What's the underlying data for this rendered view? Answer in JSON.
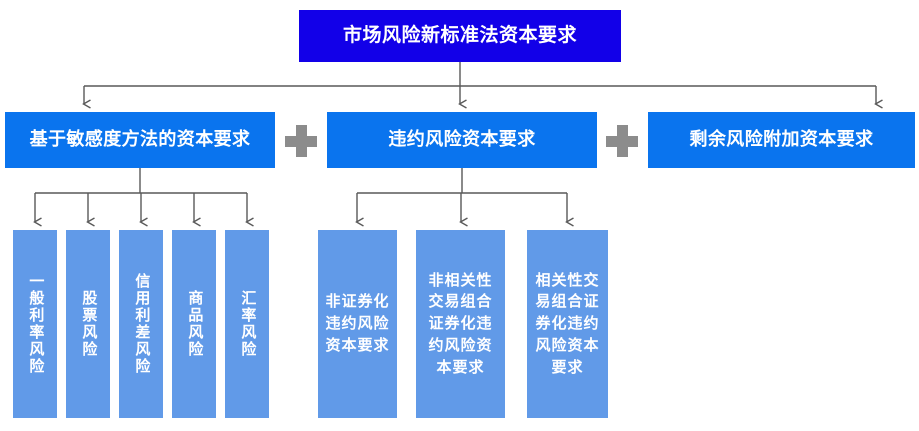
{
  "diagram": {
    "type": "org-tree",
    "title": "市场风险新标准法资本要求",
    "colors": {
      "root_fill": "#1200e8",
      "level2_fill": "#0a74ee",
      "level3_fill": "#619ae8",
      "connector": "#595959",
      "plus": "#8c8c8c",
      "text": "#ffffff",
      "background": "#ffffff"
    },
    "root": {
      "label": "市场风险新标准法资本要求"
    },
    "level2": [
      {
        "label": "基于敏感度方法的资本要求"
      },
      {
        "label": "违约风险资本要求"
      },
      {
        "label": "剩余风险附加资本要求"
      }
    ],
    "operators": [
      {
        "symbol": "+"
      },
      {
        "symbol": "+"
      }
    ],
    "level3_left": [
      {
        "label": "一般利率风险"
      },
      {
        "label": "股票风险"
      },
      {
        "label": "信用利差风险"
      },
      {
        "label": "商品风险"
      },
      {
        "label": "汇率风险"
      }
    ],
    "level3_middle": [
      {
        "label": "非证券化违约风险资本要求"
      },
      {
        "label": "非相关性交易组合证券化违约风险资本要求"
      },
      {
        "label": "相关性交易组合证券化违约风险资本要求"
      }
    ]
  }
}
